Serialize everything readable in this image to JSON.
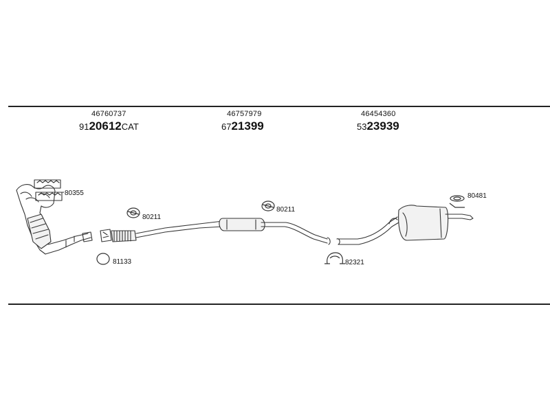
{
  "headers": [
    {
      "oem": "46760737",
      "prefix": "91",
      "bold": "20612",
      "suffix": "CAT"
    },
    {
      "oem": "46757979",
      "prefix": "67",
      "bold": "21399",
      "suffix": ""
    },
    {
      "oem": "46454360",
      "prefix": "53",
      "bold": "23939",
      "suffix": ""
    }
  ],
  "labels": {
    "gasket": "80355",
    "hanger1": "80211",
    "ring": "81133",
    "hanger2": "80211",
    "clamp": "82321",
    "hanger3": "80481"
  },
  "colors": {
    "line": "#222222",
    "part": "#333333",
    "fill": "#f2f2f2"
  }
}
